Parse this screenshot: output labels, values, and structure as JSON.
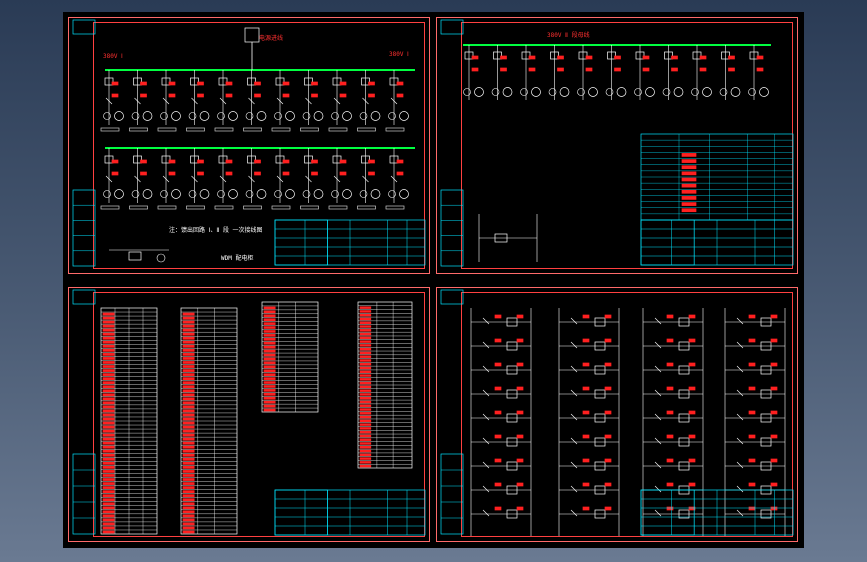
{
  "colors": {
    "background": "#000000",
    "border": "#ff5050",
    "bus": "#00ff40",
    "label": "#ff2020",
    "titleblock": "#00e5ff",
    "device": "#ffffff"
  },
  "sheets": {
    "top_left": {
      "bus_label_left": "380V Ⅰ",
      "bus_label_right": "380V Ⅰ",
      "feeder_label": "电源进线",
      "caption": "注：馈出回路 Ⅰ、Ⅱ 段 一次接线图",
      "legend_box": "WDM 配电柜"
    },
    "top_right": {
      "bus_label": "380V Ⅱ 段母线"
    }
  }
}
